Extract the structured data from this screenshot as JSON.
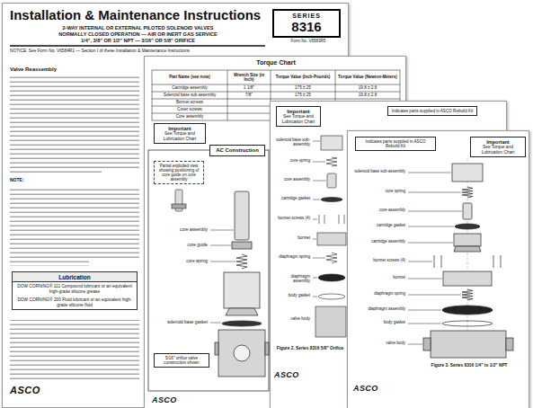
{
  "diagram": {
    "nodes": [
      {
        "text": [
          "Installation & Maintenance Instructions"
        ]
      },
      {
        "text": [
          "SERIES",
          "8316"
        ],
        "in": 0
      },
      {
        "text": [
          "Lubrication",
          "DOW CORNING® 111 Compound lubricant or an equivalent high-grade silicone grease",
          "DOW CORNING® 200 Fluid lubricant or an equivalent high-grade silicone fluid"
        ],
        "in": 0
      },
      {
        "text": [
          "Torque Chart"
        ]
      },
      {
        "text": [
          "Important",
          "See Torque and Lubrication Chart"
        ],
        "in": 3
      },
      {
        "text": [
          "AC Construction"
        ],
        "in": 3
      },
      {
        "text": [
          "Partial exploded view showing positioning of core guide on core assembly"
        ],
        "in": 3
      },
      {
        "text": [
          "5/16\" orifice valve construction shown"
        ],
        "in": 3
      },
      {
        "text": [
          "Figure 2. Series 8316 5/8\" Orifice"
        ]
      },
      {
        "text": [
          "Important",
          "See Torque and Lubrication Chart"
        ],
        "in": 8
      },
      {
        "text": [
          "Indicates parts supplied in ASCO Rebuild Kit"
        ],
        "in": 8
      },
      {
        "text": [
          "Figure 3. Series 8316 1/4\" to 1/2\" NPT"
        ]
      },
      {
        "text": [
          "Indicates parts supplied in ASCO Rebuild Kit"
        ],
        "in": 11
      },
      {
        "text": [
          "Important",
          "See Torque and Lubrication Chart"
        ],
        "in": 11
      }
    ],
    "labels": [
      "2-WAY INTERNAL OR EXTERNAL PILOTED SOLENOID VALVES",
      "NORMALLY CLOSED OPERATION — AIR OR INERT GAS SERVICE",
      "1/4\", 3/8\" OR 1/2\" NPT — 3/16\" OR 5/8\" ORIFICE",
      "Form No. V6583R5",
      "NOTICE: See Form No. V6584R1 — Section I of these Installation & Maintenance Instructions",
      "Valve Reassembly",
      "NOTE:",
      "ASCO",
      "Part Name (see note)",
      "Wrench Size (in Inch)",
      "Torque Value (Inch-Pounds)",
      "Torque Value (Newton-Meters)",
      "Cartridge assembly",
      "1 1/8\"",
      "175 ± 25",
      "19.8 ± 2.8",
      "Solenoid base sub-assembly",
      "7/8\"",
      "175 ± 25",
      "19.8 ± 2.8",
      "Bonnet screws",
      "Cover screws",
      "Core assembly",
      "core assembly",
      "core guide",
      "core spring",
      "solenoid base gasket",
      "ASCO",
      "solenoid base sub-assembly",
      "core spring",
      "core assembly",
      "cartridge gasket",
      "bonnet screws (4)",
      "bonnet",
      "diaphragm spring",
      "diaphragm assembly",
      "body gasket",
      "valve body",
      "ASCO",
      "solenoid base sub-assembly",
      "core spring",
      "core assembly",
      "cartridge gasket",
      "cartridge assembly",
      "bonnet screws (4)",
      "bonnet",
      "diaphragm spring",
      "diaphragm assembly",
      "body gasket",
      "valve body",
      "ASCO"
    ]
  }
}
